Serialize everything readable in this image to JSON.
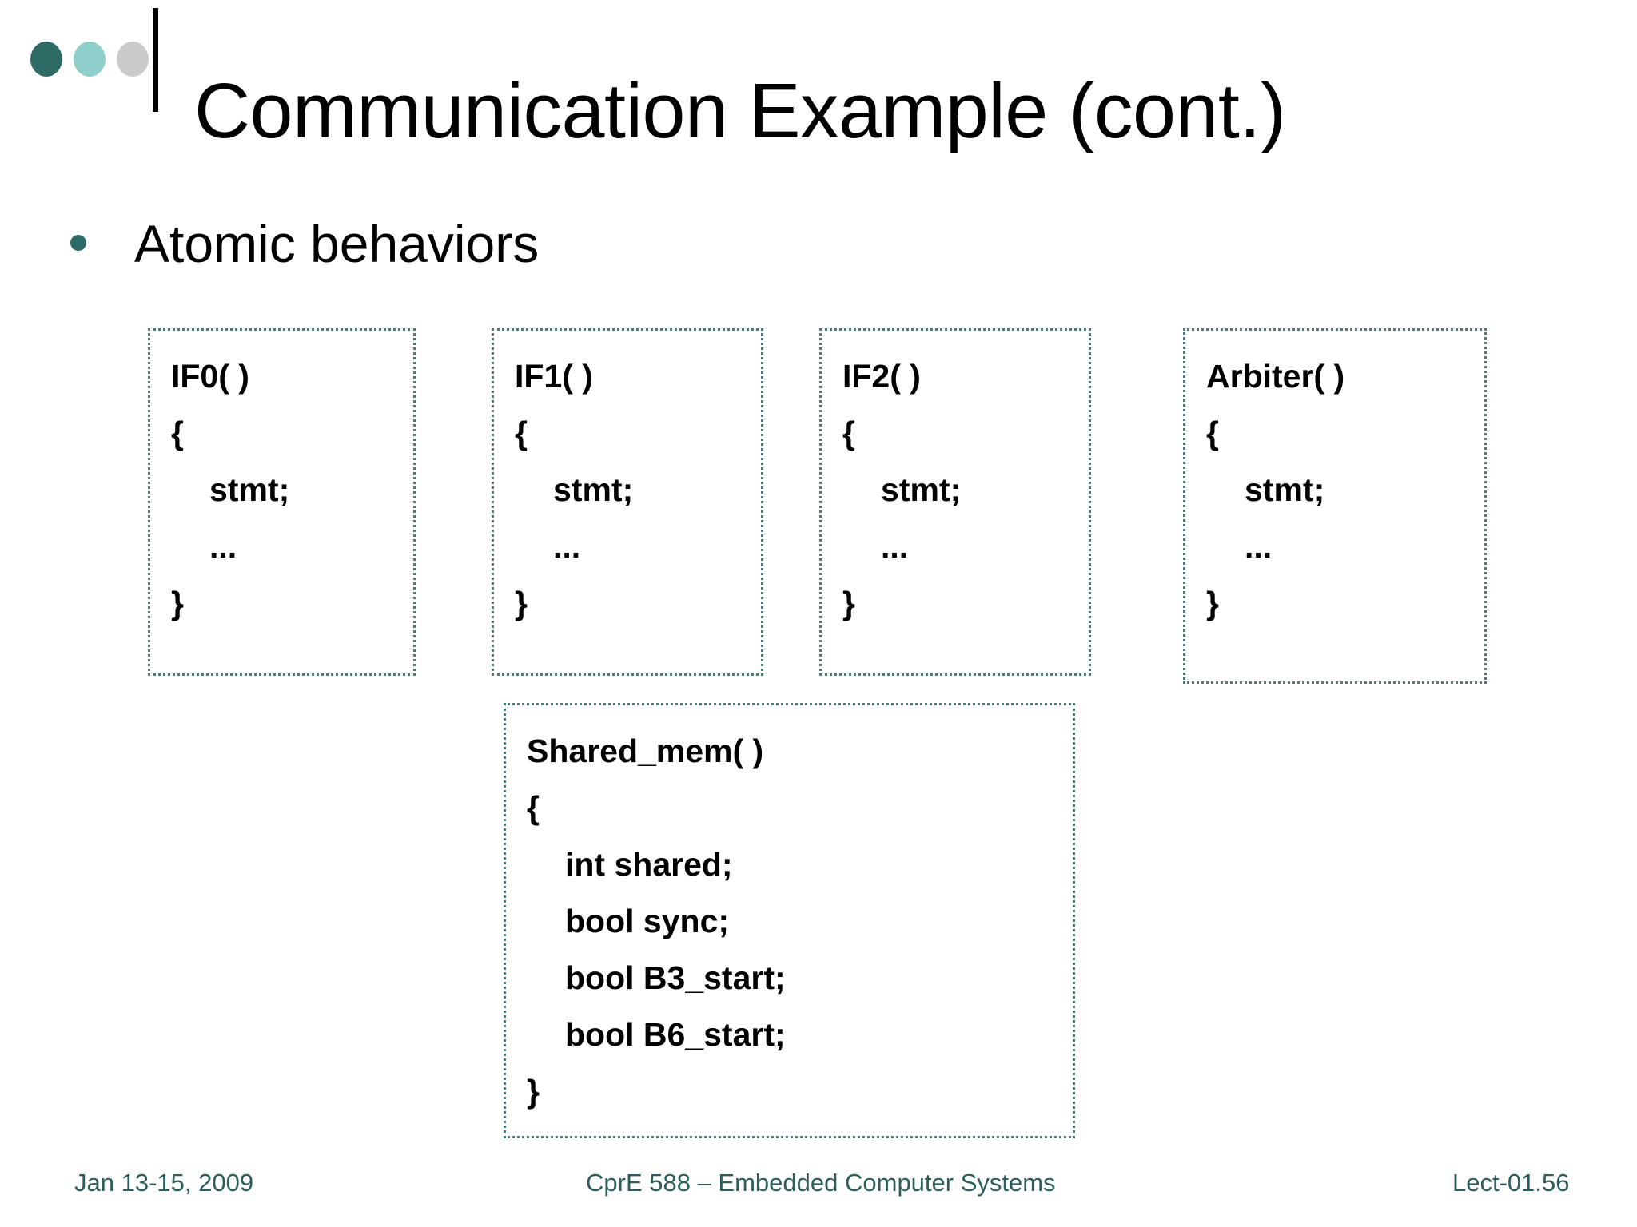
{
  "slide": {
    "title": "Communication Example (cont.)",
    "logo_dots": [
      {
        "name": "logo-dot-dark-teal",
        "color": "#2e6b66"
      },
      {
        "name": "logo-dot-light-teal",
        "color": "#8fcfcb"
      },
      {
        "name": "logo-dot-gray",
        "color": "#c9ccca"
      }
    ],
    "bullet": {
      "marker_color": "#2e6b66",
      "text": "Atomic behaviors"
    },
    "code_boxes": [
      {
        "id": "if0",
        "title": "IF0( )",
        "lines": [
          "IF0( )",
          "{",
          "stmt;",
          "...",
          "}"
        ],
        "indented": [
          false,
          false,
          true,
          true,
          false
        ],
        "border_color": "#4a7d79"
      },
      {
        "id": "if1",
        "title": "IF1( )",
        "lines": [
          "IF1( )",
          "{",
          "stmt;",
          "...",
          "}"
        ],
        "indented": [
          false,
          false,
          true,
          true,
          false
        ],
        "border_color": "#4a7d79"
      },
      {
        "id": "if2",
        "title": "IF2( )",
        "lines": [
          "IF2( )",
          "{",
          "stmt;",
          "...",
          "}"
        ],
        "indented": [
          false,
          false,
          true,
          true,
          false
        ],
        "border_color": "#4a7d79"
      },
      {
        "id": "arbiter",
        "title": "Arbiter( )",
        "lines": [
          "Arbiter( )",
          "{",
          "stmt;",
          "...",
          "}"
        ],
        "indented": [
          false,
          false,
          true,
          true,
          false
        ],
        "border_color": "#4a7d79"
      },
      {
        "id": "shared_mem",
        "title": "Shared_mem( )",
        "lines": [
          "Shared_mem( )",
          "{",
          "int shared;",
          "bool sync;",
          "bool B3_start;",
          "bool B6_start;",
          "}"
        ],
        "indented": [
          false,
          false,
          true,
          true,
          true,
          true,
          false
        ],
        "border_color": "#4a7d79"
      }
    ],
    "footer": {
      "date": "Jan 13-15, 2009",
      "course": "CprE 588 – Embedded Computer Systems",
      "page": "Lect-01.56",
      "color": "#2c5f5c"
    }
  }
}
